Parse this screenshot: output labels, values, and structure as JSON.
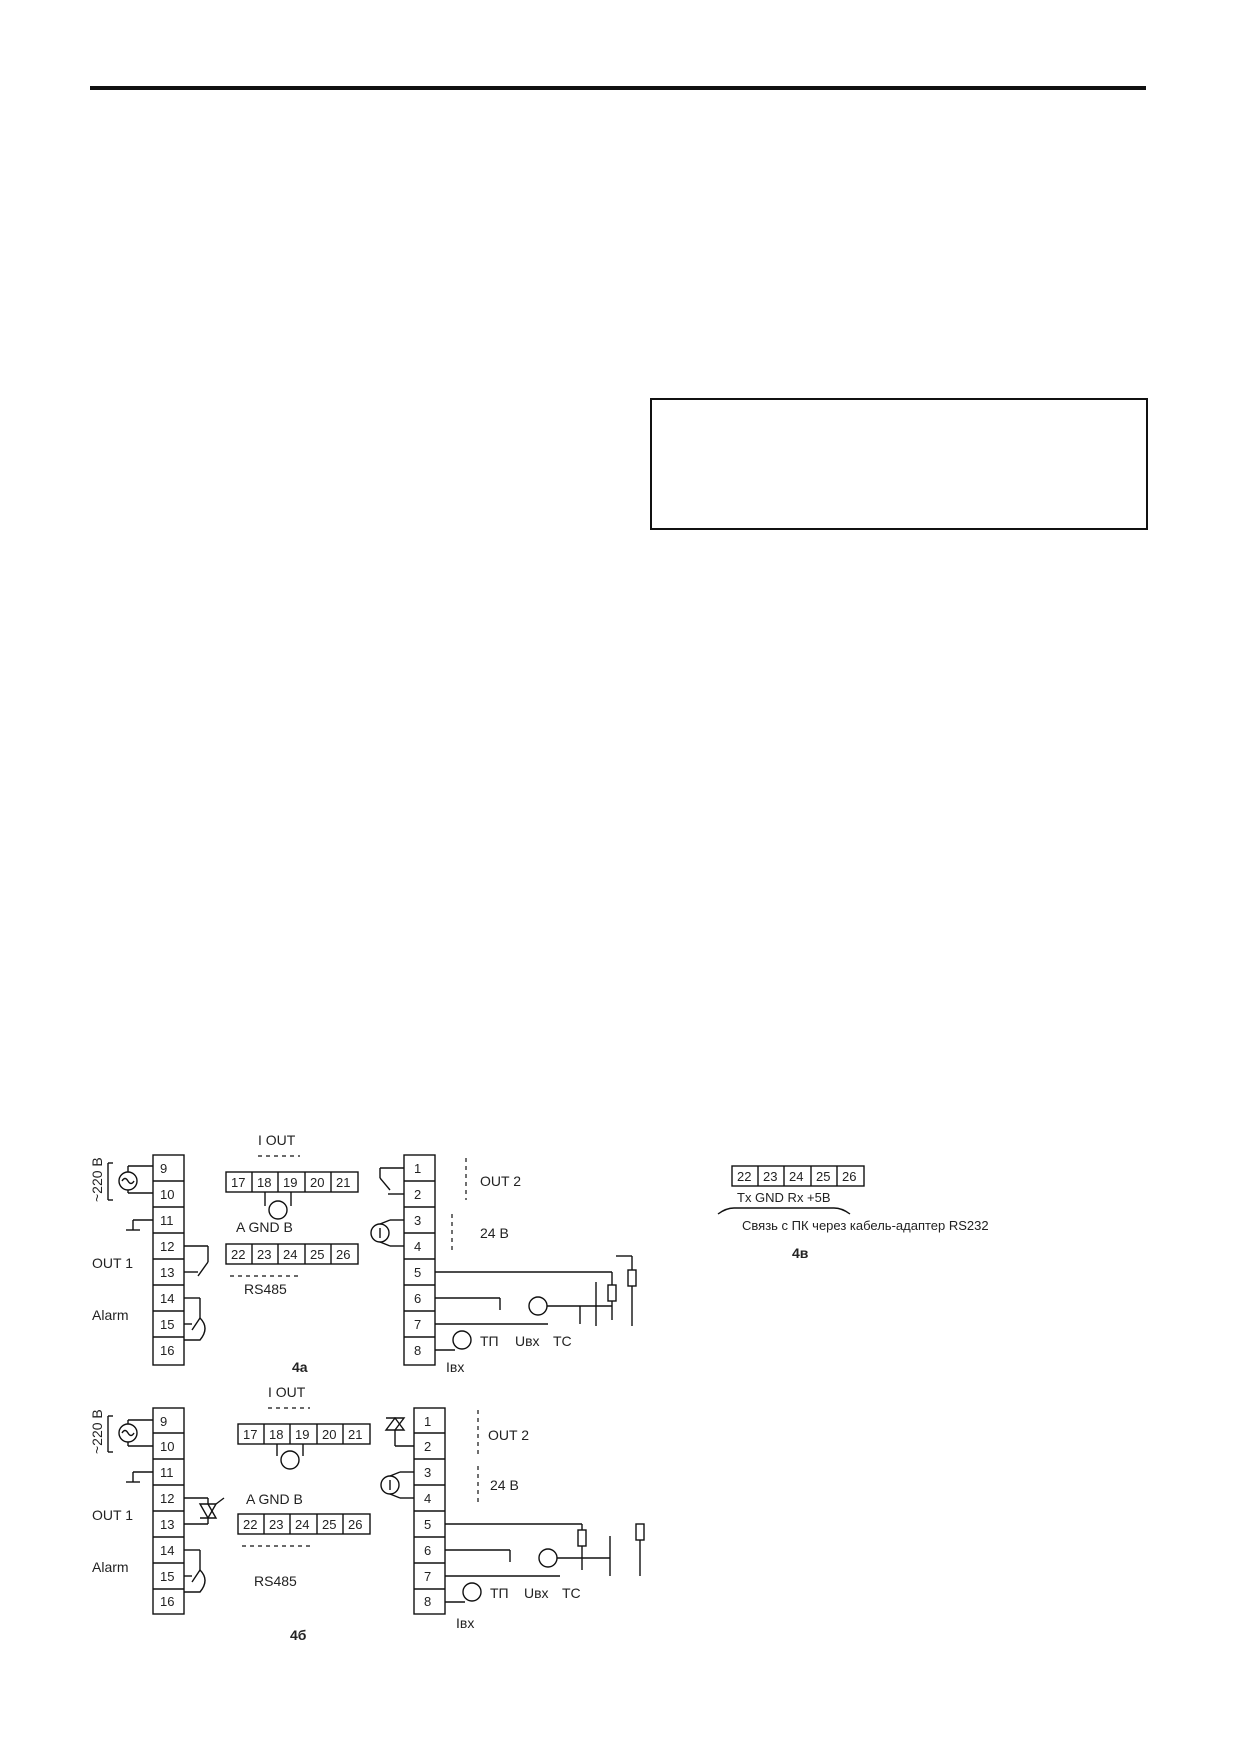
{
  "figure_a": {
    "caption": "4а",
    "left_terminals": [
      "9",
      "10",
      "11",
      "12",
      "13",
      "14",
      "15",
      "16"
    ],
    "right_terminals": [
      "1",
      "2",
      "3",
      "4",
      "5",
      "6",
      "7",
      "8"
    ],
    "mid_top_terminals": [
      "17",
      "18",
      "19",
      "20",
      "21"
    ],
    "mid_bottom_terminals": [
      "22",
      "23",
      "24",
      "25",
      "26"
    ],
    "supply_label": "~220 В",
    "out1_label": "OUT 1",
    "alarm_label": "Alarm",
    "iout_label": "I OUT",
    "bus_label": "A GND B",
    "rs485_label": "RS485",
    "out2_label": "OUT 2",
    "v24_label": "24 В",
    "sensor_labels": [
      "ТП",
      "Uвх",
      "ТС"
    ],
    "iin_label": "Iвх"
  },
  "figure_b": {
    "caption": "4б",
    "left_terminals": [
      "9",
      "10",
      "11",
      "12",
      "13",
      "14",
      "15",
      "16"
    ],
    "right_terminals": [
      "1",
      "2",
      "3",
      "4",
      "5",
      "6",
      "7",
      "8"
    ],
    "mid_top_terminals": [
      "17",
      "18",
      "19",
      "20",
      "21"
    ],
    "mid_bottom_terminals": [
      "22",
      "23",
      "24",
      "25",
      "26"
    ],
    "supply_label": "~220 В",
    "out1_label": "OUT 1",
    "alarm_label": "Alarm",
    "iout_label": "I OUT",
    "bus_label": "A GND B",
    "rs485_label": "RS485",
    "out2_label": "OUT 2",
    "v24_label": "24 В",
    "sensor_labels": [
      "ТП",
      "Uвх",
      "ТС"
    ],
    "iin_label": "Iвх"
  },
  "figure_c": {
    "caption": "4в",
    "terminals": [
      "22",
      "23",
      "24",
      "25",
      "26"
    ],
    "signal_label": "Tx GND Rx +5В",
    "link_label": "Связь с ПК через кабель-адаптер RS232"
  }
}
